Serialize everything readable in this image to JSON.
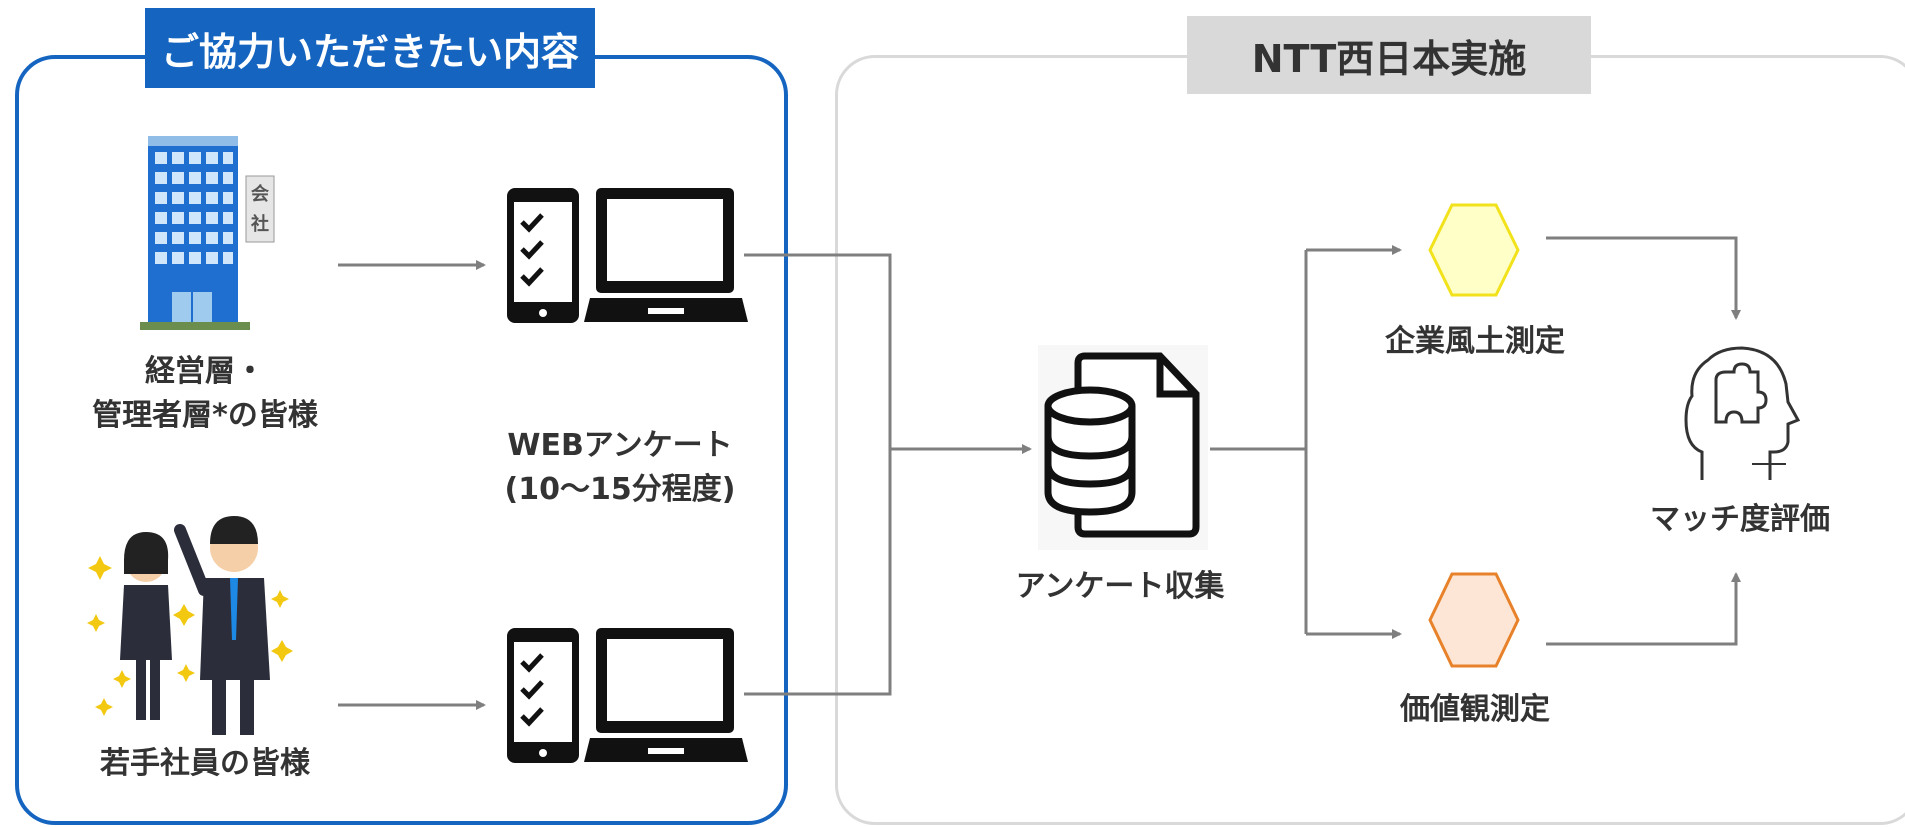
{
  "left_panel": {
    "title": "ご協力いただきたい内容",
    "management_label_line1": "経営層・",
    "management_label_line2": "管理者層*の皆様",
    "young_label": "若手社員の皆様",
    "web_survey_line1": "WEBアンケート",
    "web_survey_line2": "(10〜15分程度)",
    "building_sign": [
      "会",
      "社"
    ]
  },
  "right_panel": {
    "title": "NTT西日本実施",
    "collection_label": "アンケート収集",
    "culture_label": "企業風土測定",
    "values_label": "価値観測定",
    "match_label": "マッチ度評価"
  },
  "colors": {
    "blue": "#1565c0",
    "gray": "#d9d9d9",
    "arrow": "#7f7f7f",
    "hex_yellow_fill": "#ffffc8",
    "hex_yellow_stroke": "#f2e21c",
    "hex_orange_fill": "#fde6d6",
    "hex_orange_stroke": "#e8822a"
  },
  "icons": [
    "office-building-icon",
    "business-people-icon",
    "smartphone-checklist-icon",
    "laptop-icon",
    "database-document-icon",
    "hexagon-icon",
    "head-puzzle-icon"
  ]
}
